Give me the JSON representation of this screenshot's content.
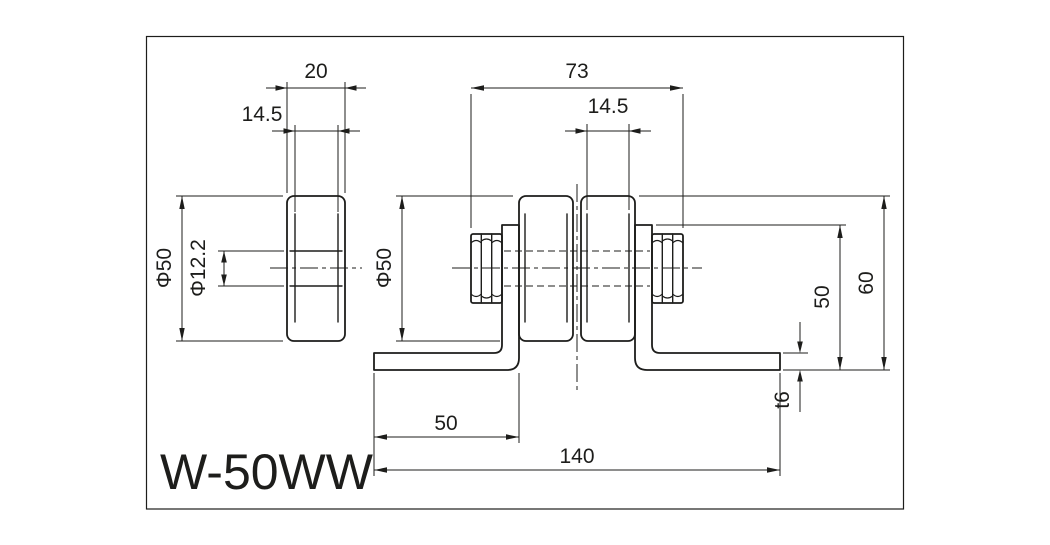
{
  "drawing": {
    "part_label": "W-50WW",
    "line_color": "#1d1d1b",
    "background_color": "#ffffff",
    "side_view": {
      "dim_wheel_width": "20",
      "dim_hub_width": "14.5",
      "dim_wheel_diameter": "Φ50",
      "dim_bore_diameter": "Φ12.2"
    },
    "front_view": {
      "dim_axle_length": "73",
      "dim_wheel_face_width": "14.5",
      "dim_wheel_diameter": "Φ50",
      "dim_overall_height": "60",
      "dim_bracket_height": "50",
      "dim_plate_thickness": "t6",
      "dim_foot_length": "50",
      "dim_overall_width": "140"
    }
  }
}
